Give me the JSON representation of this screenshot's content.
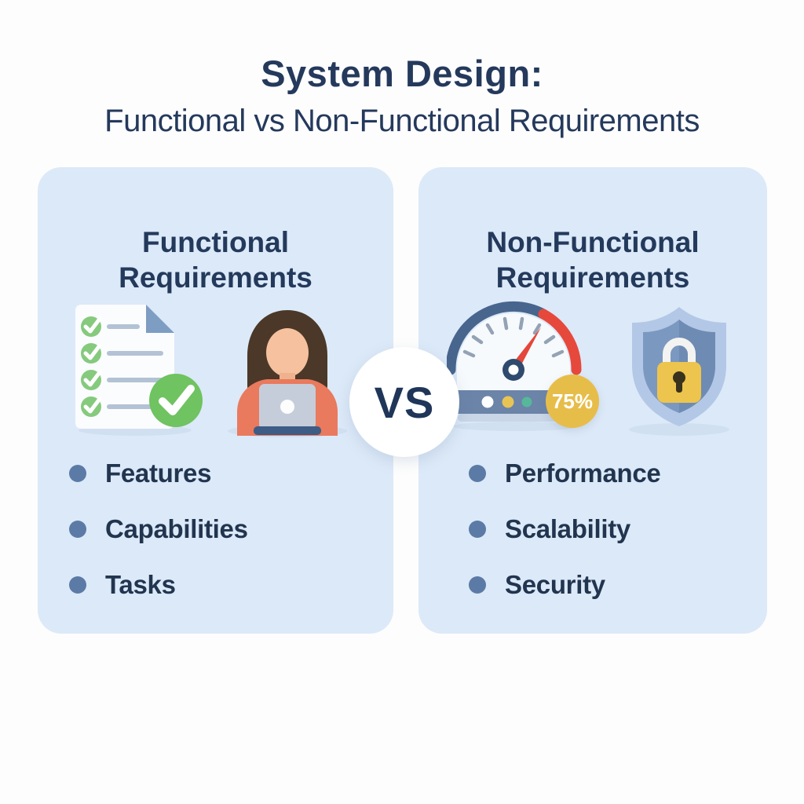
{
  "header": {
    "title": "System Design:",
    "subtitle": "Functional vs Non-Functional Requirements"
  },
  "vs_badge": {
    "label": "VS"
  },
  "left_panel": {
    "heading": "Functional Requirements",
    "icons": [
      "checklist-document-icon",
      "person-laptop-icon"
    ],
    "items": [
      "Features",
      "Capabilities",
      "Tasks"
    ]
  },
  "right_panel": {
    "heading": "Non-Functional Requirements",
    "icons": [
      "speedometer-gauge-icon",
      "shield-lock-icon"
    ],
    "gauge_badge_value": "75%",
    "items": [
      "Performance",
      "Scalability",
      "Security"
    ]
  },
  "colors": {
    "background": "#fdfdfd",
    "panel_bg": "#dce9f8",
    "heading_text": "#243a5c",
    "body_text": "#22354f",
    "bullet": "#5b7ba6",
    "vs_text": "#1f3659",
    "check_green": "#6fc361",
    "gauge_rim_blue": "#48658d",
    "gauge_red": "#e6493c",
    "badge_gold": "#e7bd4a",
    "steel_blue_band": "#6b84a8",
    "shield_outer_blue": "#b3c8e6",
    "shield_inner_blue": "#7b98c0",
    "lock_gold": "#ecc44e",
    "shirt_coral": "#e97a5e"
  }
}
